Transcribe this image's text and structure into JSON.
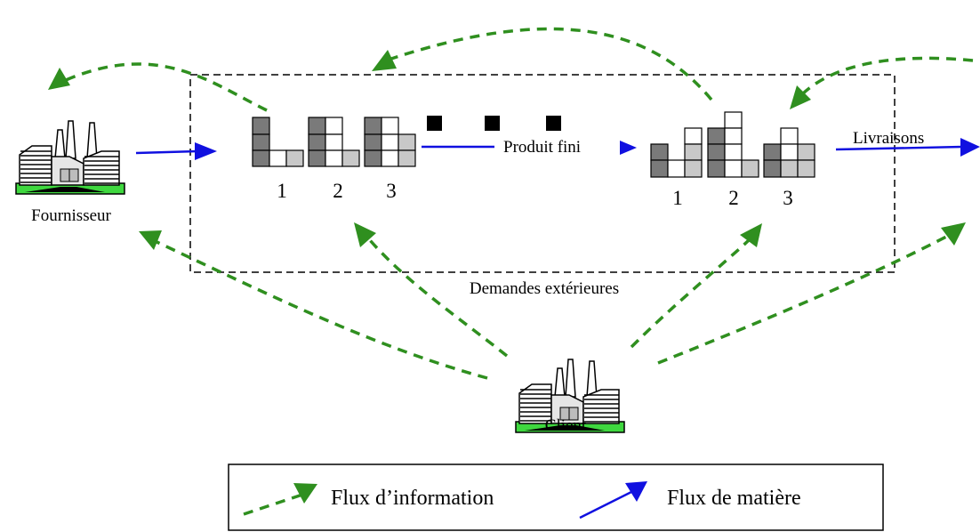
{
  "colors": {
    "info_flow": "#2f8f1f",
    "material_flow": "#1010e0",
    "block_dark": "#7a7a7a",
    "block_light": "#c8c8c8",
    "box_border": "#000000",
    "factory_ground": "#3fd83f"
  },
  "nodes": {
    "supplier": {
      "label": "Fournisseur",
      "icon": "factory-icon"
    },
    "client": {
      "label": "Client",
      "icon": "factory-icon"
    }
  },
  "stages": {
    "component_numbers": [
      "1",
      "2",
      "3"
    ],
    "finished_numbers": [
      "1",
      "2",
      "3"
    ],
    "finished_product_label": "Produit fini",
    "deliveries_label": "Livraisons",
    "external_demand_label": "Demandes extérieures"
  },
  "legend": {
    "info_flow_label": "Flux d’information",
    "material_flow_label": "Flux de matière"
  }
}
